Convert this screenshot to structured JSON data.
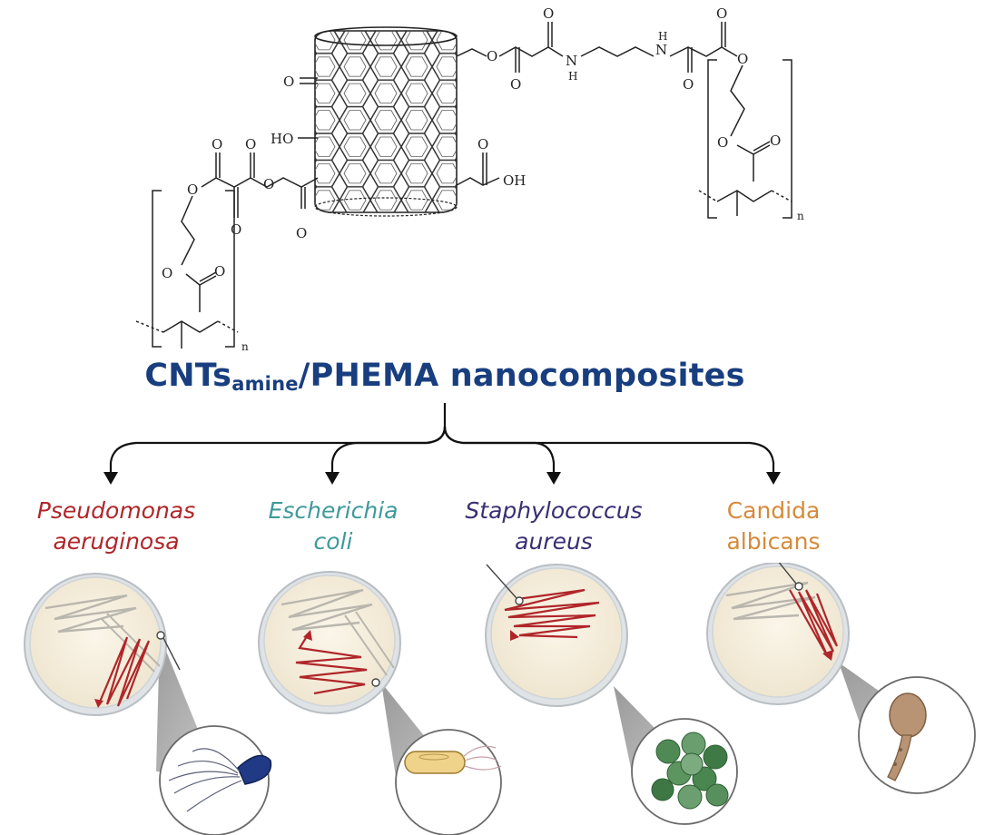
{
  "title": {
    "prefix": "CNTs",
    "subscript": "amine",
    "suffix": "/PHEMA nanocomposites"
  },
  "chemistry_labels": {
    "carbonyl_O": "O",
    "ether_O": "O",
    "hydroxyl": "HO",
    "carboxyl_OH": "OH",
    "amine_N": "N",
    "amine_H": "H",
    "repeat_n": "n"
  },
  "organisms": [
    {
      "line1": "Pseudomonas",
      "line2": "aeruginosa",
      "color": "#b0262a",
      "italic": true
    },
    {
      "line1": "Escherichia",
      "line2": "coli",
      "color": "#3f9a9b",
      "italic": true
    },
    {
      "line1": "Staphylococcus",
      "line2": "aureus",
      "color": "#3a2f73",
      "italic": true
    },
    {
      "line1": "Candida",
      "line2": "albicans",
      "color": "#d68a3a",
      "italic": false
    }
  ],
  "colors": {
    "title": "#183e7f",
    "petri_agar": "#f6efdf",
    "petri_rim": "#c9cdd1",
    "streak_red": "#b0262a",
    "streak_grey": "#b9b6ae",
    "arrow": "#111111"
  }
}
